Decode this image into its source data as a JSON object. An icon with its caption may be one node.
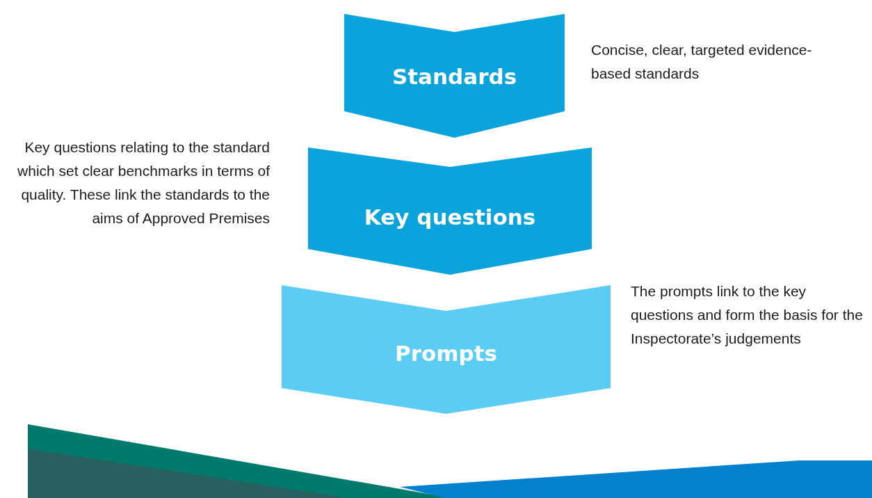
{
  "diagram": {
    "nodes": [
      {
        "text": [
          "Standards"
        ],
        "beside": [
          "Concise, clear, targeted evidence-based standards"
        ]
      },
      {
        "text": [
          "Key questions"
        ],
        "beside": [
          "Key questions relating to the standard which set clear benchmarks in terms of quality. These link the standards to the aims of Approved Premises"
        ]
      },
      {
        "text": [
          "Prompts"
        ],
        "beside": [
          "The prompts link to the key questions and form the basis for the Inspectorate’s judgements"
        ]
      }
    ]
  }
}
